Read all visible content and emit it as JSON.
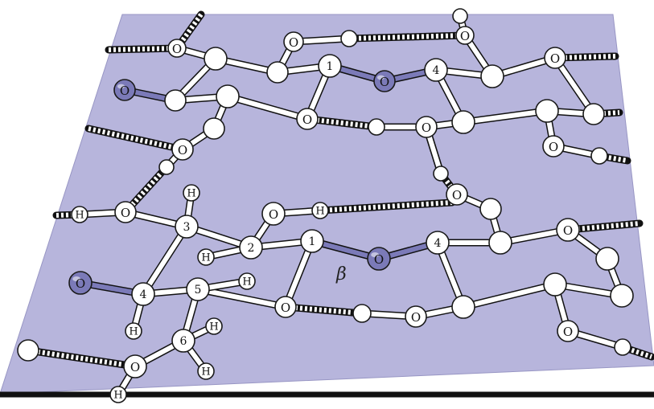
{
  "colors": {
    "sheet": "#b7b5dc",
    "sheet_edge": "#9896c4",
    "atom_fill": "#ffffff",
    "atom_stroke": "#1a1a1a",
    "glycosidic_oxygen": "#7b7ab8",
    "bond": "#ffffff",
    "base_edge": "#111111"
  },
  "labels": {
    "oxygen": "O",
    "hydrogen": "H",
    "carbon_numbers": [
      "1",
      "2",
      "3",
      "4",
      "5",
      "6"
    ],
    "linkage": "β"
  }
}
